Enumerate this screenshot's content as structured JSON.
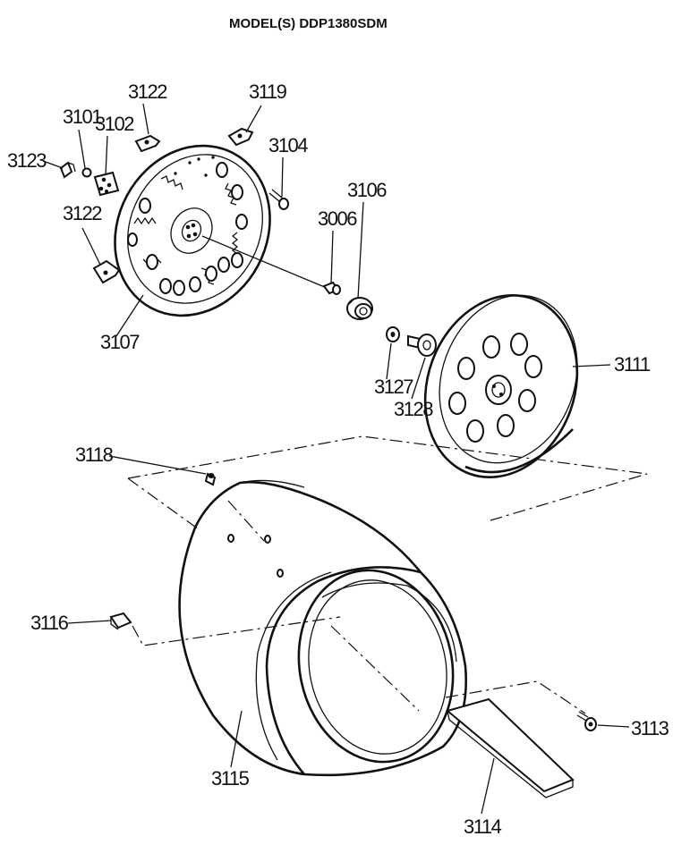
{
  "title": "MODEL(S) DDP1380SDM",
  "labels": {
    "p3123": "3123",
    "p3101": "3101",
    "p3102": "3102",
    "p3122a": "3122",
    "p3119": "3119",
    "p3104": "3104",
    "p3122b": "3122",
    "p3106": "3106",
    "p3006": "3006",
    "p3107": "3107",
    "p3111": "3111",
    "p3127": "3127",
    "p3128": "3128",
    "p3118": "3118",
    "p3116": "3116",
    "p3113": "3113",
    "p3115": "3115",
    "p3114": "3114"
  }
}
